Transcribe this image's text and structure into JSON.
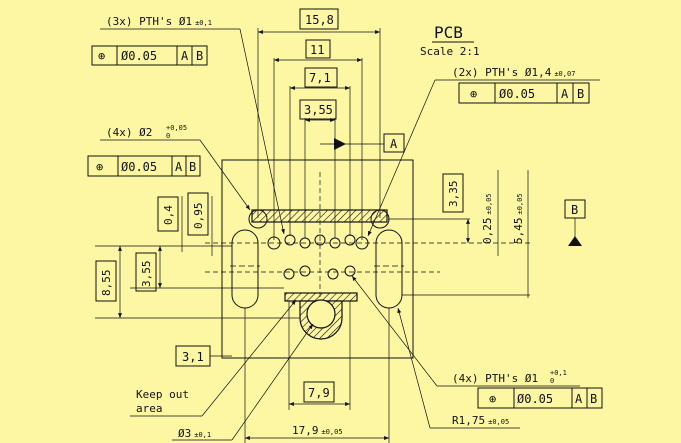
{
  "title": "PCB",
  "scale": "Scale 2:1",
  "callouts": {
    "pth_3x": "(3x) PTH's Ø1",
    "pth_3x_tol": "±0,1",
    "pth_2x": "(2x) PTH's Ø1,4",
    "pth_2x_tol": "±0,07",
    "hole_4x": "(4x) Ø2",
    "hole_4x_tol_upper": "+0,05",
    "hole_4x_tol_lower": "0",
    "pth_4x": "(4x) PTH's Ø1",
    "pth_4x_tol_upper": "+0,1",
    "pth_4x_tol_lower": "0",
    "keep_out_1": "Keep out",
    "keep_out_2": "area",
    "hole_3": "Ø3",
    "hole_3_tol": "±0,1",
    "radius": "R1,75",
    "radius_tol": "±0,05"
  },
  "tolerance_frame": {
    "symbol": "⊕",
    "value": "Ø0.05",
    "datum_a": "A",
    "datum_b": "B"
  },
  "datums": {
    "a": "A",
    "b": "B"
  },
  "dims": {
    "d15_8": "15,8",
    "d11": "11",
    "d7_1": "7,1",
    "d3_55_top": "3,55",
    "d0_4": "0,4",
    "d0_95": "0,95",
    "d3_35": "3,35",
    "d0_25": "0,25",
    "d0_25_tol": "±0,05",
    "d5_45": "5,45",
    "d5_45_tol": "±0,05",
    "d8_55": "8,55",
    "d3_55_left": "3,55",
    "d3_1": "3,1",
    "d7_9": "7,9",
    "d17_9": "17,9",
    "d17_9_tol": "±0,05"
  }
}
